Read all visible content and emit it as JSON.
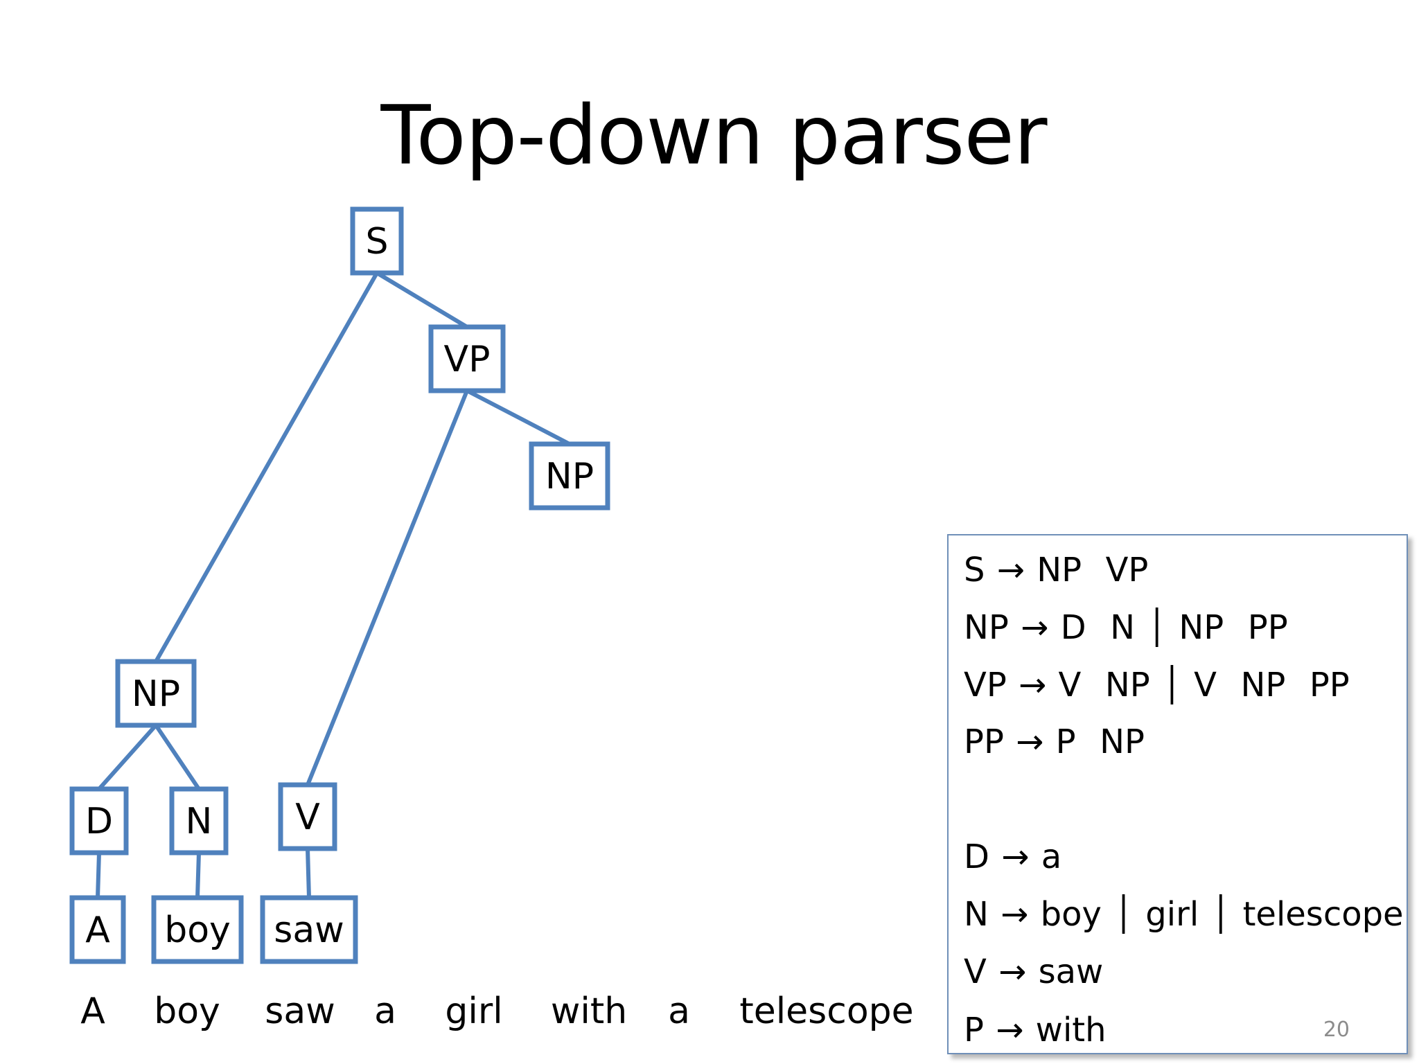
{
  "title": "Top-down parser",
  "tree": {
    "nodes": [
      {
        "id": "s",
        "label": "S"
      },
      {
        "id": "vp",
        "label": "VP"
      },
      {
        "id": "np_obj",
        "label": "NP"
      },
      {
        "id": "np_subj",
        "label": "NP"
      },
      {
        "id": "d",
        "label": "D"
      },
      {
        "id": "n",
        "label": "N"
      },
      {
        "id": "v",
        "label": "V"
      },
      {
        "id": "leaf_a",
        "label": "A"
      },
      {
        "id": "leaf_boy",
        "label": "boy"
      },
      {
        "id": "leaf_saw",
        "label": "saw"
      }
    ],
    "edges": [
      {
        "from": "s",
        "to": "np_subj"
      },
      {
        "from": "s",
        "to": "vp"
      },
      {
        "from": "vp",
        "to": "v"
      },
      {
        "from": "vp",
        "to": "np_obj"
      },
      {
        "from": "np_subj",
        "to": "d"
      },
      {
        "from": "np_subj",
        "to": "n"
      },
      {
        "from": "d",
        "to": "leaf_a"
      },
      {
        "from": "n",
        "to": "leaf_boy"
      },
      {
        "from": "v",
        "to": "leaf_saw"
      }
    ]
  },
  "sentence": [
    "A",
    "boy",
    "saw",
    "a",
    "girl",
    "with",
    "a",
    "telescope"
  ],
  "grammar": {
    "rules": [
      "S → NP  VP",
      "NP → D  N │ NP  PP",
      "VP → V  NP │ V  NP  PP",
      "PP → P  NP",
      "D → a",
      "N → boy │ girl │ telescope",
      "V → saw",
      "P → with"
    ]
  },
  "page_number": "20"
}
